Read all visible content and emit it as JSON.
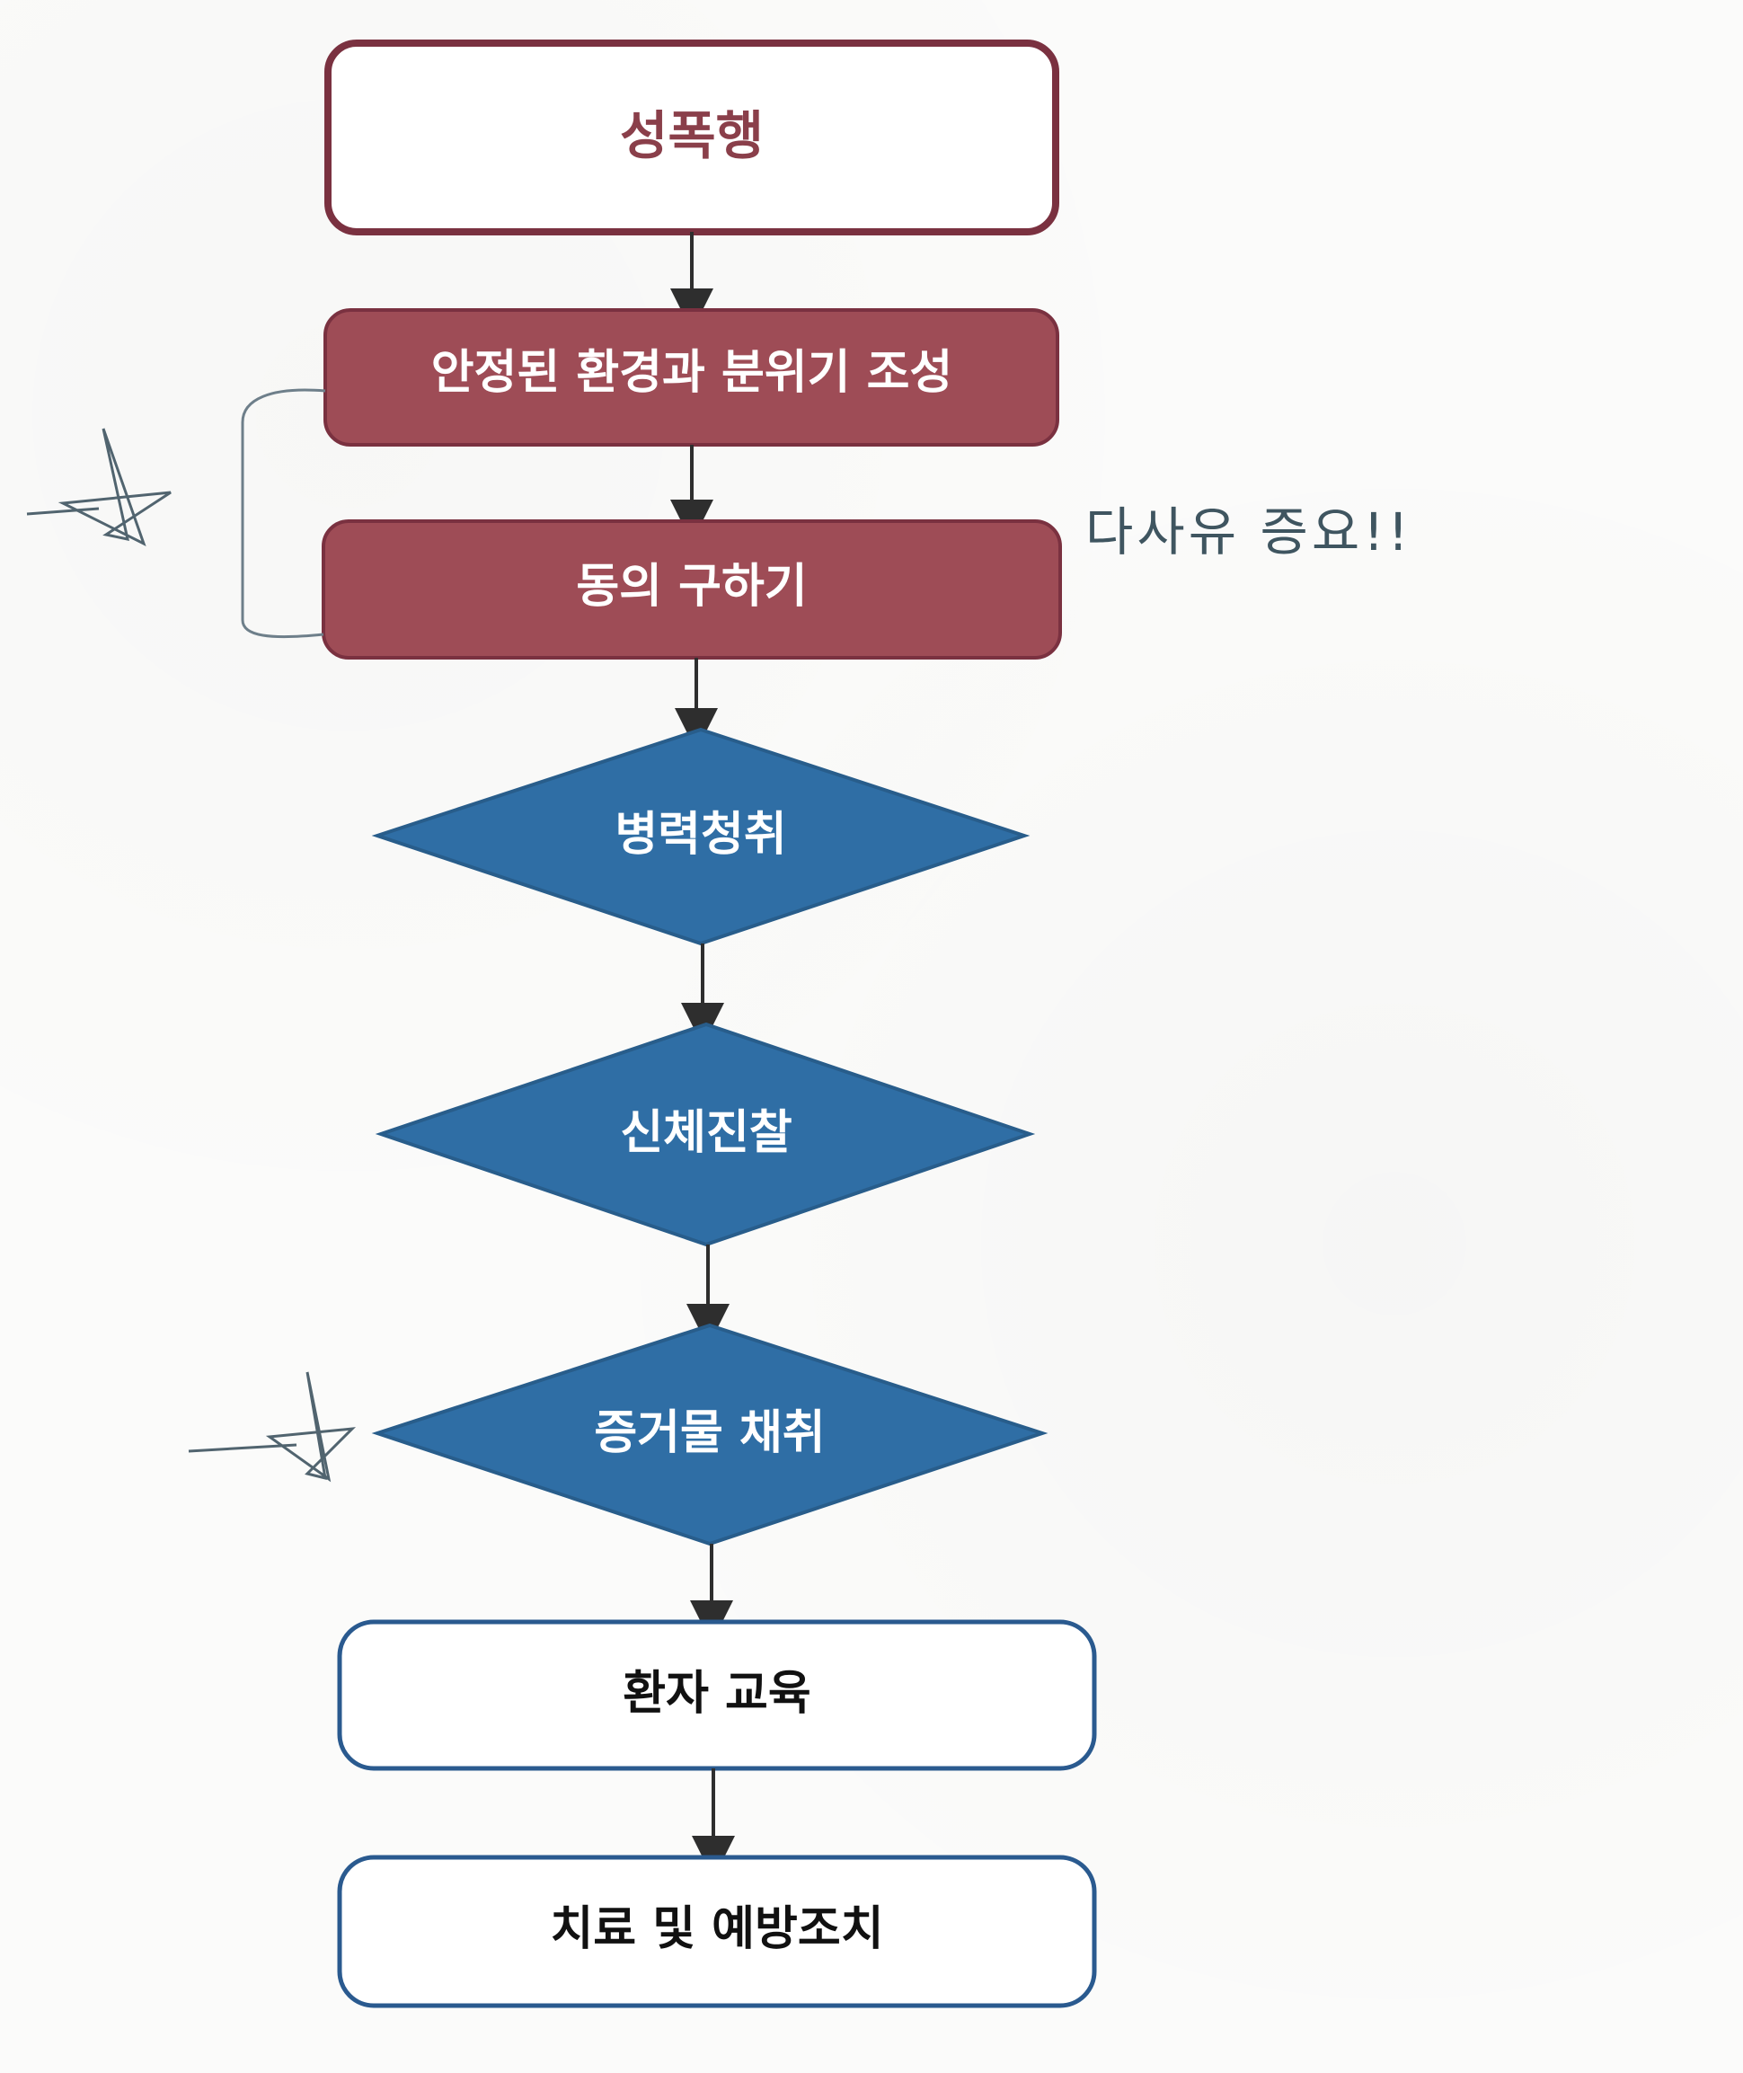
{
  "nodes": {
    "n1": {
      "label": "성폭행"
    },
    "n2": {
      "label": "안정된 환경과 분위기 조성"
    },
    "n3": {
      "label": "동의 구하기"
    },
    "n4": {
      "label": "병력청취"
    },
    "n5": {
      "label": "신체진찰"
    },
    "n6": {
      "label": "증거물 채취"
    },
    "n7": {
      "label": "환자 교육"
    },
    "n8": {
      "label": "치료 및 예방조치"
    }
  },
  "annotations": {
    "handwritten_note": "다사유 증요!!"
  },
  "colors": {
    "maroon": "#9e4c56",
    "maroon_stroke": "#7a3140",
    "blue": "#2f6ea5",
    "blue_stroke": "#285d8b",
    "outline_blue": "#2a5a8f",
    "arrow": "#2e2e2e",
    "handwriting": "#445a66"
  }
}
